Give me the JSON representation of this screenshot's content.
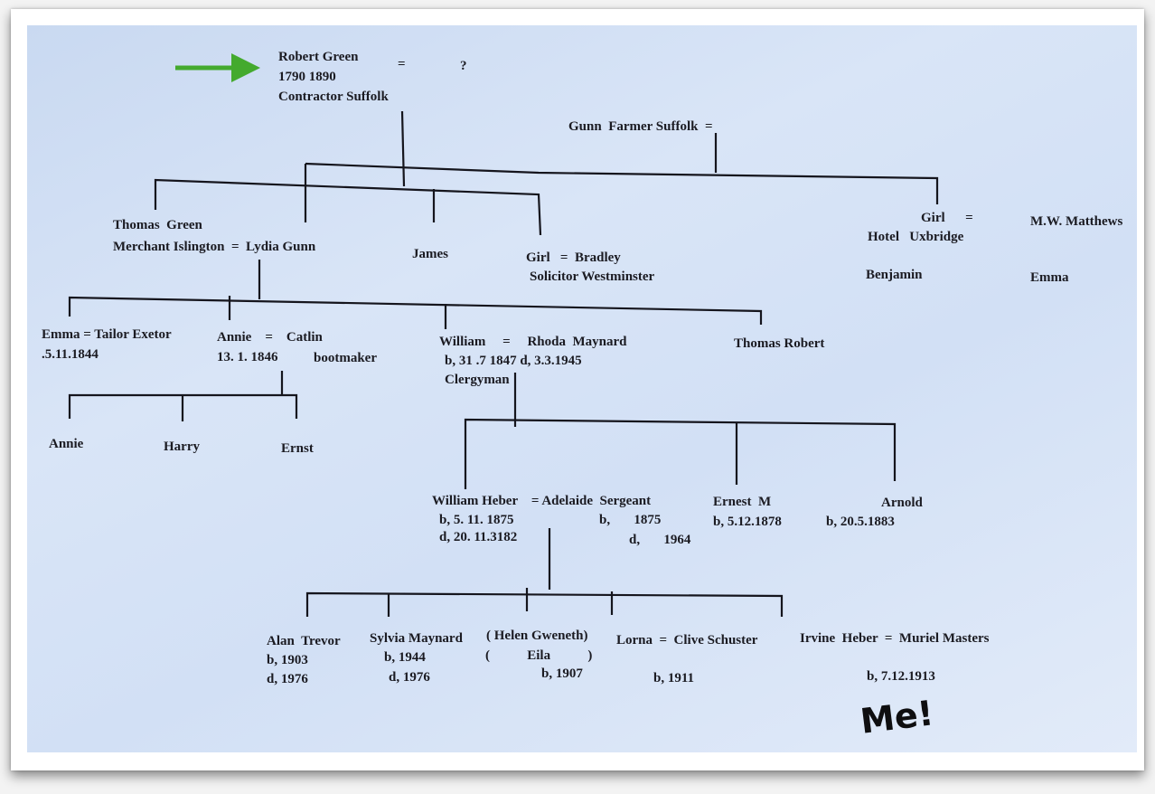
{
  "tree": {
    "robert_name": "Robert Green",
    "robert_years": "1790 1890",
    "robert_occupation": "Contractor Suffolk",
    "robert_eq": "=",
    "robert_spouse": "?",
    "gunn": "Gunn  Farmer Suffolk  =",
    "thomas_name": "Thomas  Green",
    "thomas_occupation": "Merchant Islington  =  Lydia Gunn",
    "james": "James",
    "girl_bradley": "Girl   =  Bradley",
    "solicitor": "Solicitor Westminster",
    "girl_matthews": "Girl      =",
    "mw_matthews": "M.W. Matthews",
    "hotel": "Hotel   Uxbridge",
    "benjamin": "Benjamin",
    "emma_matthews": "Emma",
    "emma_tailor": "Emma = Tailor Exetor",
    "emma_date": ".5.11.1844",
    "annie_catlin": "Annie    =    Catlin",
    "annie_date": "13. 1. 1846",
    "bootmaker": "bootmaker",
    "william_rhoda": "William     =     Rhoda  Maynard",
    "william_dates": "b, 31 .7 1847 d, 3.3.1945",
    "clergyman": "Clergyman",
    "thomas_robert": "Thomas Robert",
    "annie_child": "Annie",
    "harry": "Harry",
    "ernst": "Ernst",
    "william_heber": "William Heber    = Adelaide  Sergeant",
    "wh_birth": "b, 5. 11. 1875",
    "wh_death": "d, 20. 11.3182",
    "ad_birth": "b,       1875",
    "ad_death": "d,       1964",
    "ernest": "Ernest  M",
    "ernest_birth": "b, 5.12.1878",
    "arnold": "Arnold",
    "arnold_birth": "b, 20.5.1883",
    "alan": "Alan  Trevor",
    "alan_birth": "b, 1903",
    "alan_death": "d, 1976",
    "sylvia": "Sylvia Maynard",
    "sylvia_birth": "b, 1944",
    "sylvia_death": "d, 1976",
    "helen": "( Helen Gweneth)",
    "eila": "(           Eila           )",
    "helen_birth": "b, 1907",
    "lorna": "Lorna  =  Clive Schuster",
    "lorna_birth": "b, 1911",
    "irvine": "Irvine  Heber  =  Muriel Masters",
    "irvine_birth": "b, 7.12.1913",
    "me": "Me!"
  },
  "colors": {
    "arrow": "#44aa2e",
    "paper": "#d2e0f5",
    "ink": "#15151d"
  }
}
